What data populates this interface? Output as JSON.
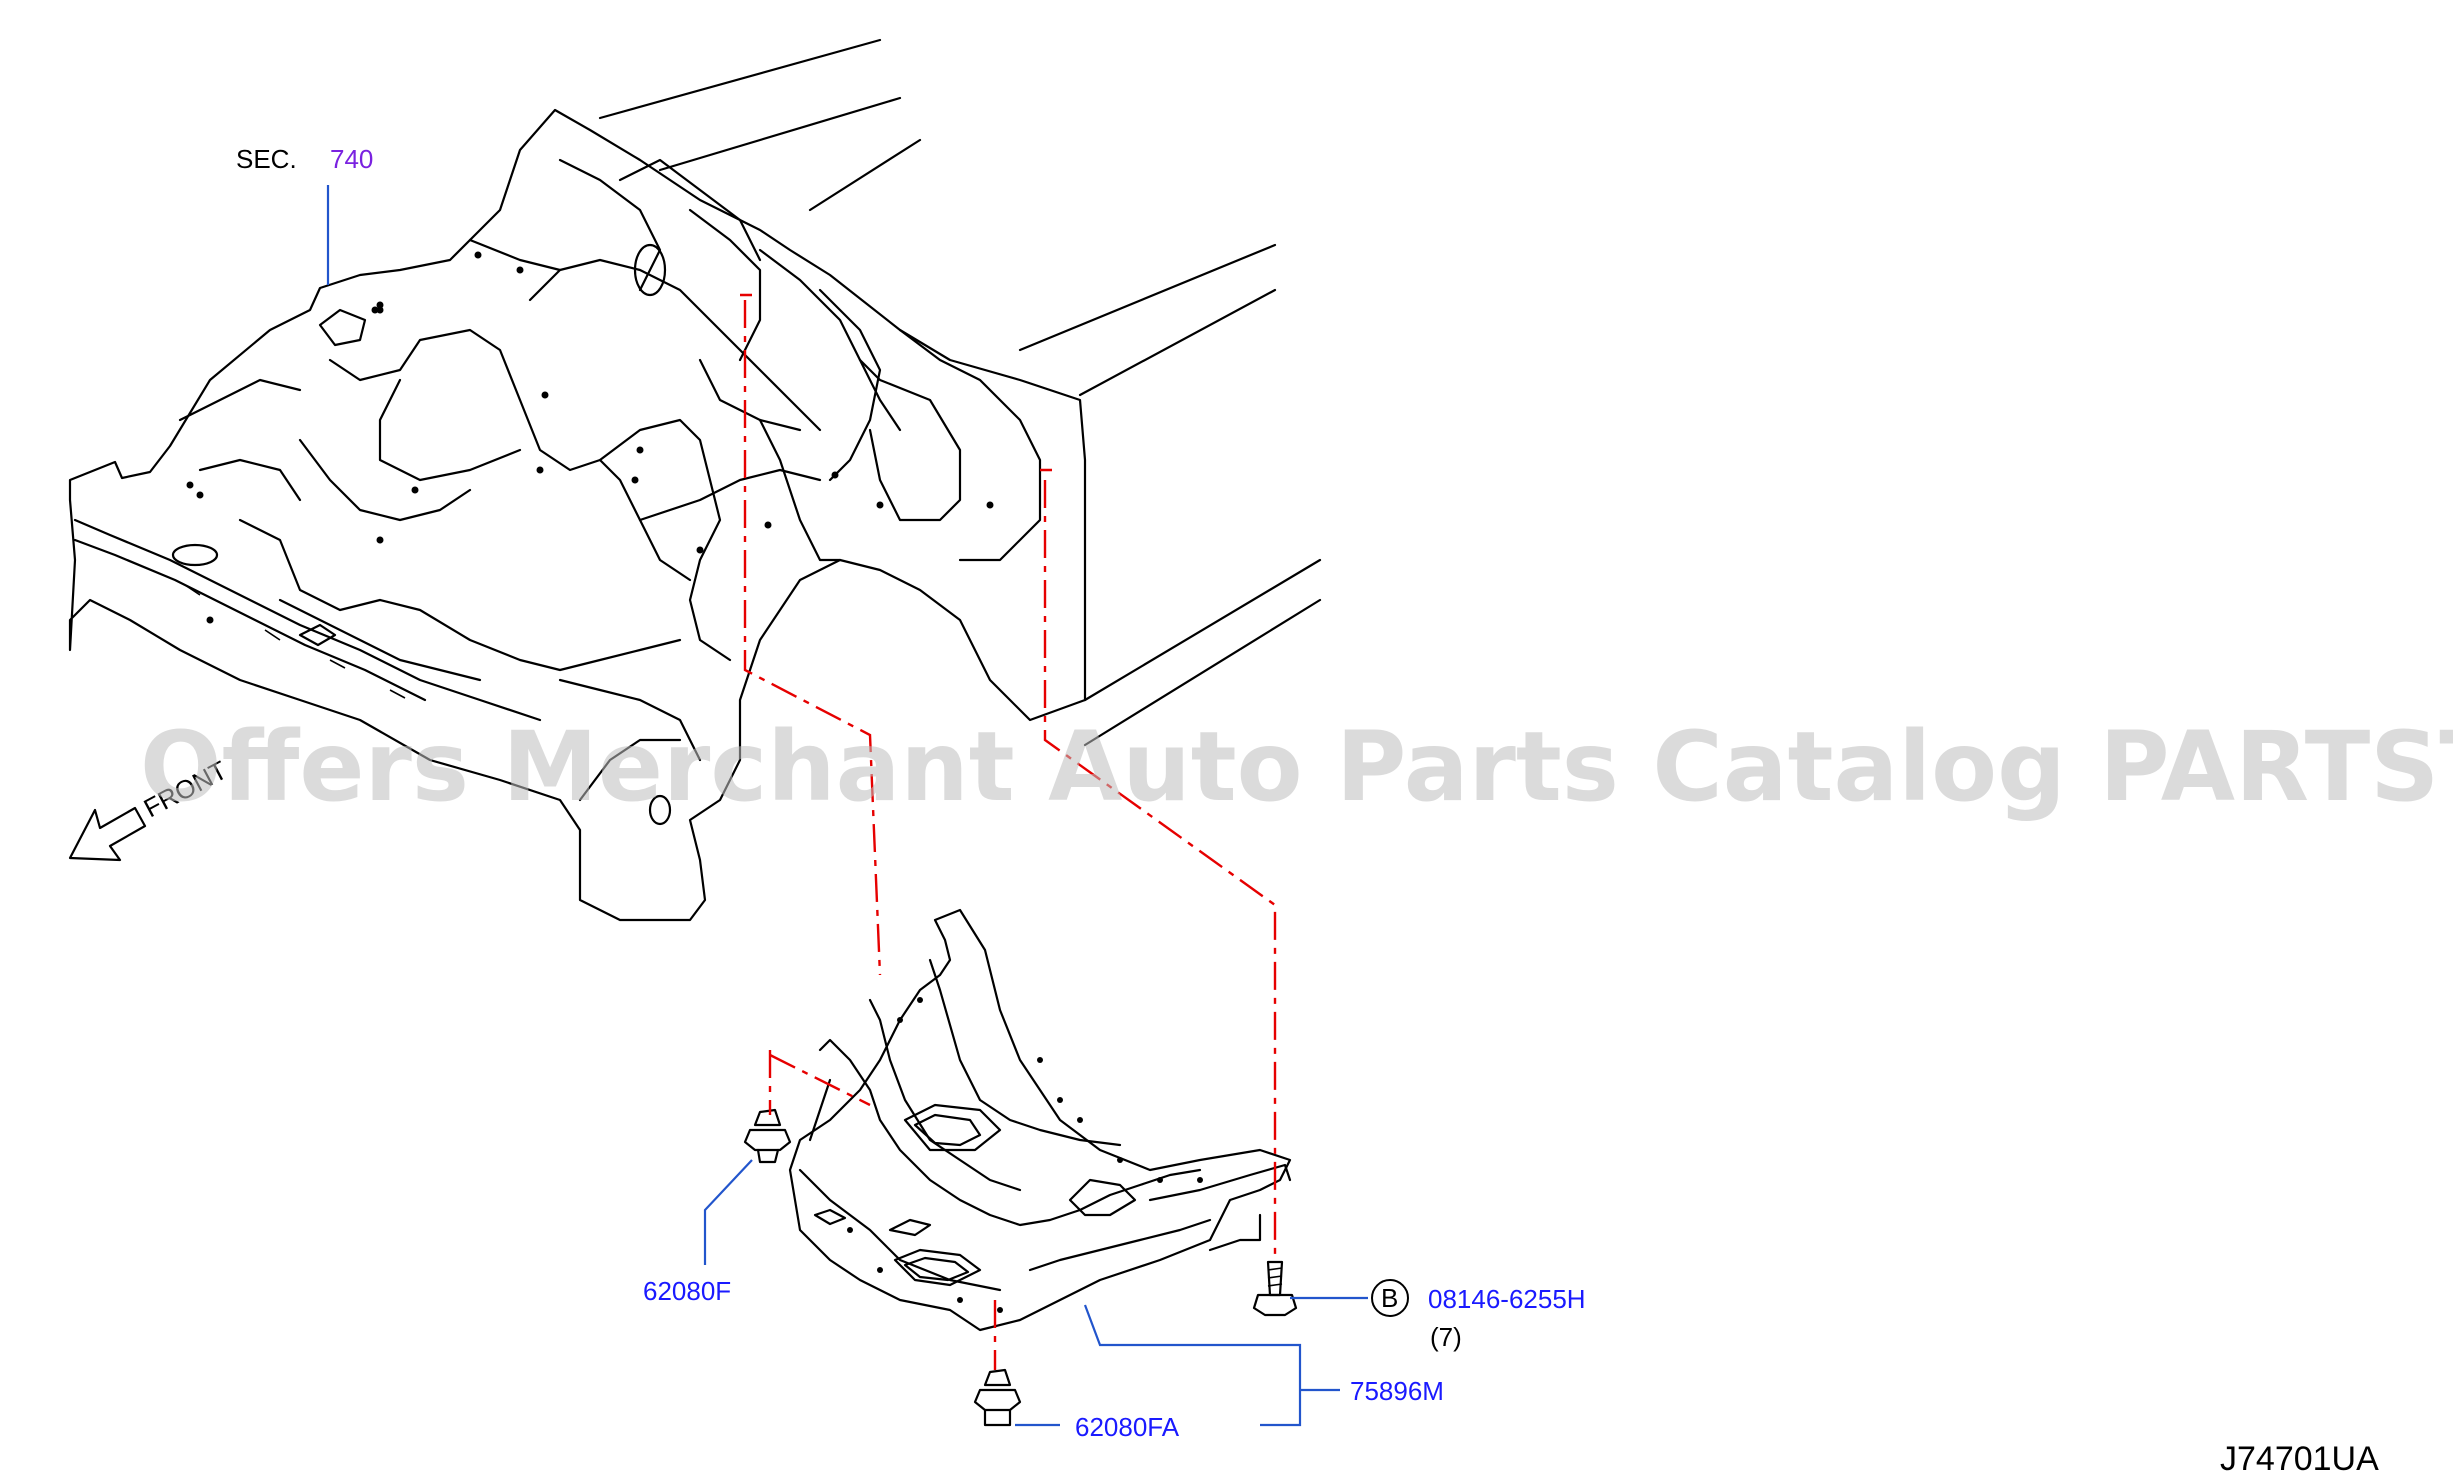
{
  "watermark": "Offers Merchant Auto Parts Catalog PARTSTORE.SA",
  "section": {
    "prefix": "SEC.",
    "number": "740"
  },
  "front_label": "FRONT",
  "parts": [
    {
      "number": "62080F"
    },
    {
      "number": "08146-6255H",
      "marker": "B",
      "quantity": "(7)"
    },
    {
      "number": "75896M"
    },
    {
      "number": "62080FA"
    }
  ],
  "diagram_code": "J74701UA",
  "colors": {
    "part_label": "#1a1aff",
    "section_link": "#7a22e0",
    "dash_line": "#e60000"
  }
}
